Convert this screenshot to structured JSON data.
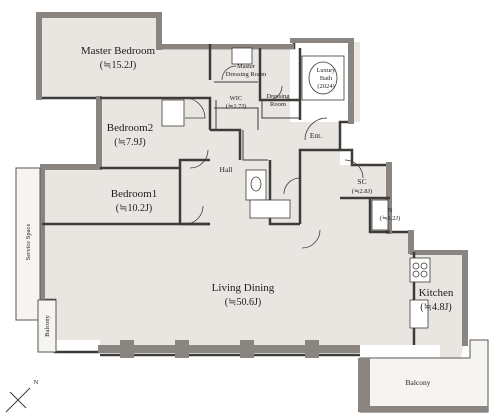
{
  "rooms": {
    "master_bedroom": {
      "name": "Master Bedroom",
      "size": "(≒15.2J)"
    },
    "master_dressing": {
      "line1": "Master",
      "line2": "Dressing Room"
    },
    "wic": {
      "name": "WIC",
      "size": "(≒1.7J)"
    },
    "dressing": {
      "line1": "Dressing",
      "line2": "Room"
    },
    "luxury_bath": {
      "line1": "Luxury",
      "line2": "Bath",
      "line3": "(2024)"
    },
    "bedroom2": {
      "name": "Bedroom2",
      "size": "(≒7.9J)"
    },
    "entrance": {
      "name": "Ent."
    },
    "hall": {
      "name": "Hall"
    },
    "sc": {
      "name": "SC",
      "size": "(≒2.8J)"
    },
    "n_storage": {
      "name": "N",
      "size": "(≒1.2J)"
    },
    "bedroom1": {
      "name": "Bedroom1",
      "size": "(≒10.2J)"
    },
    "service_space": {
      "name": "Service Space"
    },
    "living_dining": {
      "name": "Living Dining",
      "size": "(≒50.6J)"
    },
    "kitchen": {
      "name": "Kitchen",
      "size": "(≒4.8J)"
    },
    "balcony_left": {
      "name": "Balcony"
    },
    "balcony_bottom": {
      "name": "Balcony"
    }
  },
  "compass": {
    "label": "N"
  }
}
